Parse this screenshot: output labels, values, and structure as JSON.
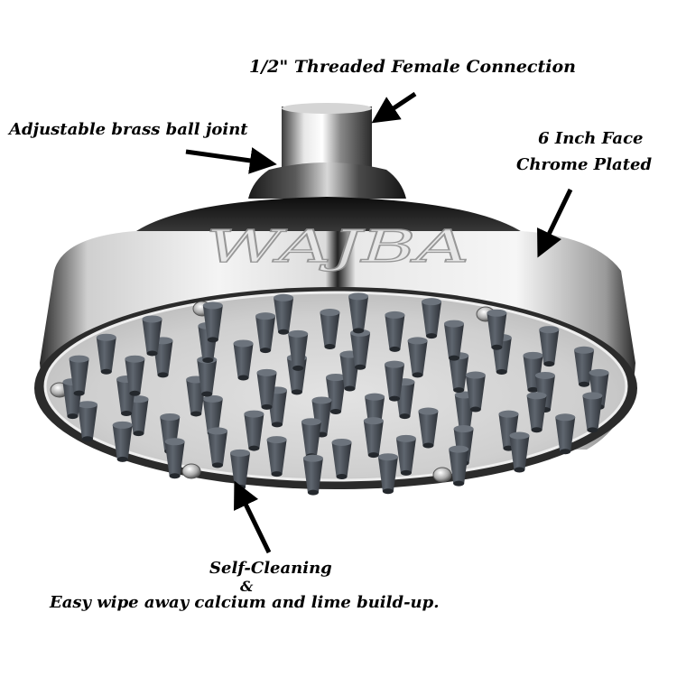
{
  "callouts": {
    "connection": "1/2\" Threaded Female Connection",
    "ball_joint": "Adjustable brass ball joint",
    "face_line1": "6 Inch Face",
    "face_line2": "Chrome Plated",
    "self_cleaning": "Self-Cleaning",
    "ampersand": "&",
    "wipe_away": "Easy wipe away calcium and lime build-up."
  },
  "brand": {
    "logo_text": "WAJBA"
  },
  "icons": {
    "arrow": "arrow-icon",
    "nozzle": "nozzle-icon",
    "screw": "screw-icon"
  },
  "colors": {
    "chrome_dark": "#1e1e1e",
    "chrome_light": "#f2f2f2",
    "face_plate": "#c9c9c9",
    "nozzle": "#4a5058",
    "text": "#000000"
  }
}
